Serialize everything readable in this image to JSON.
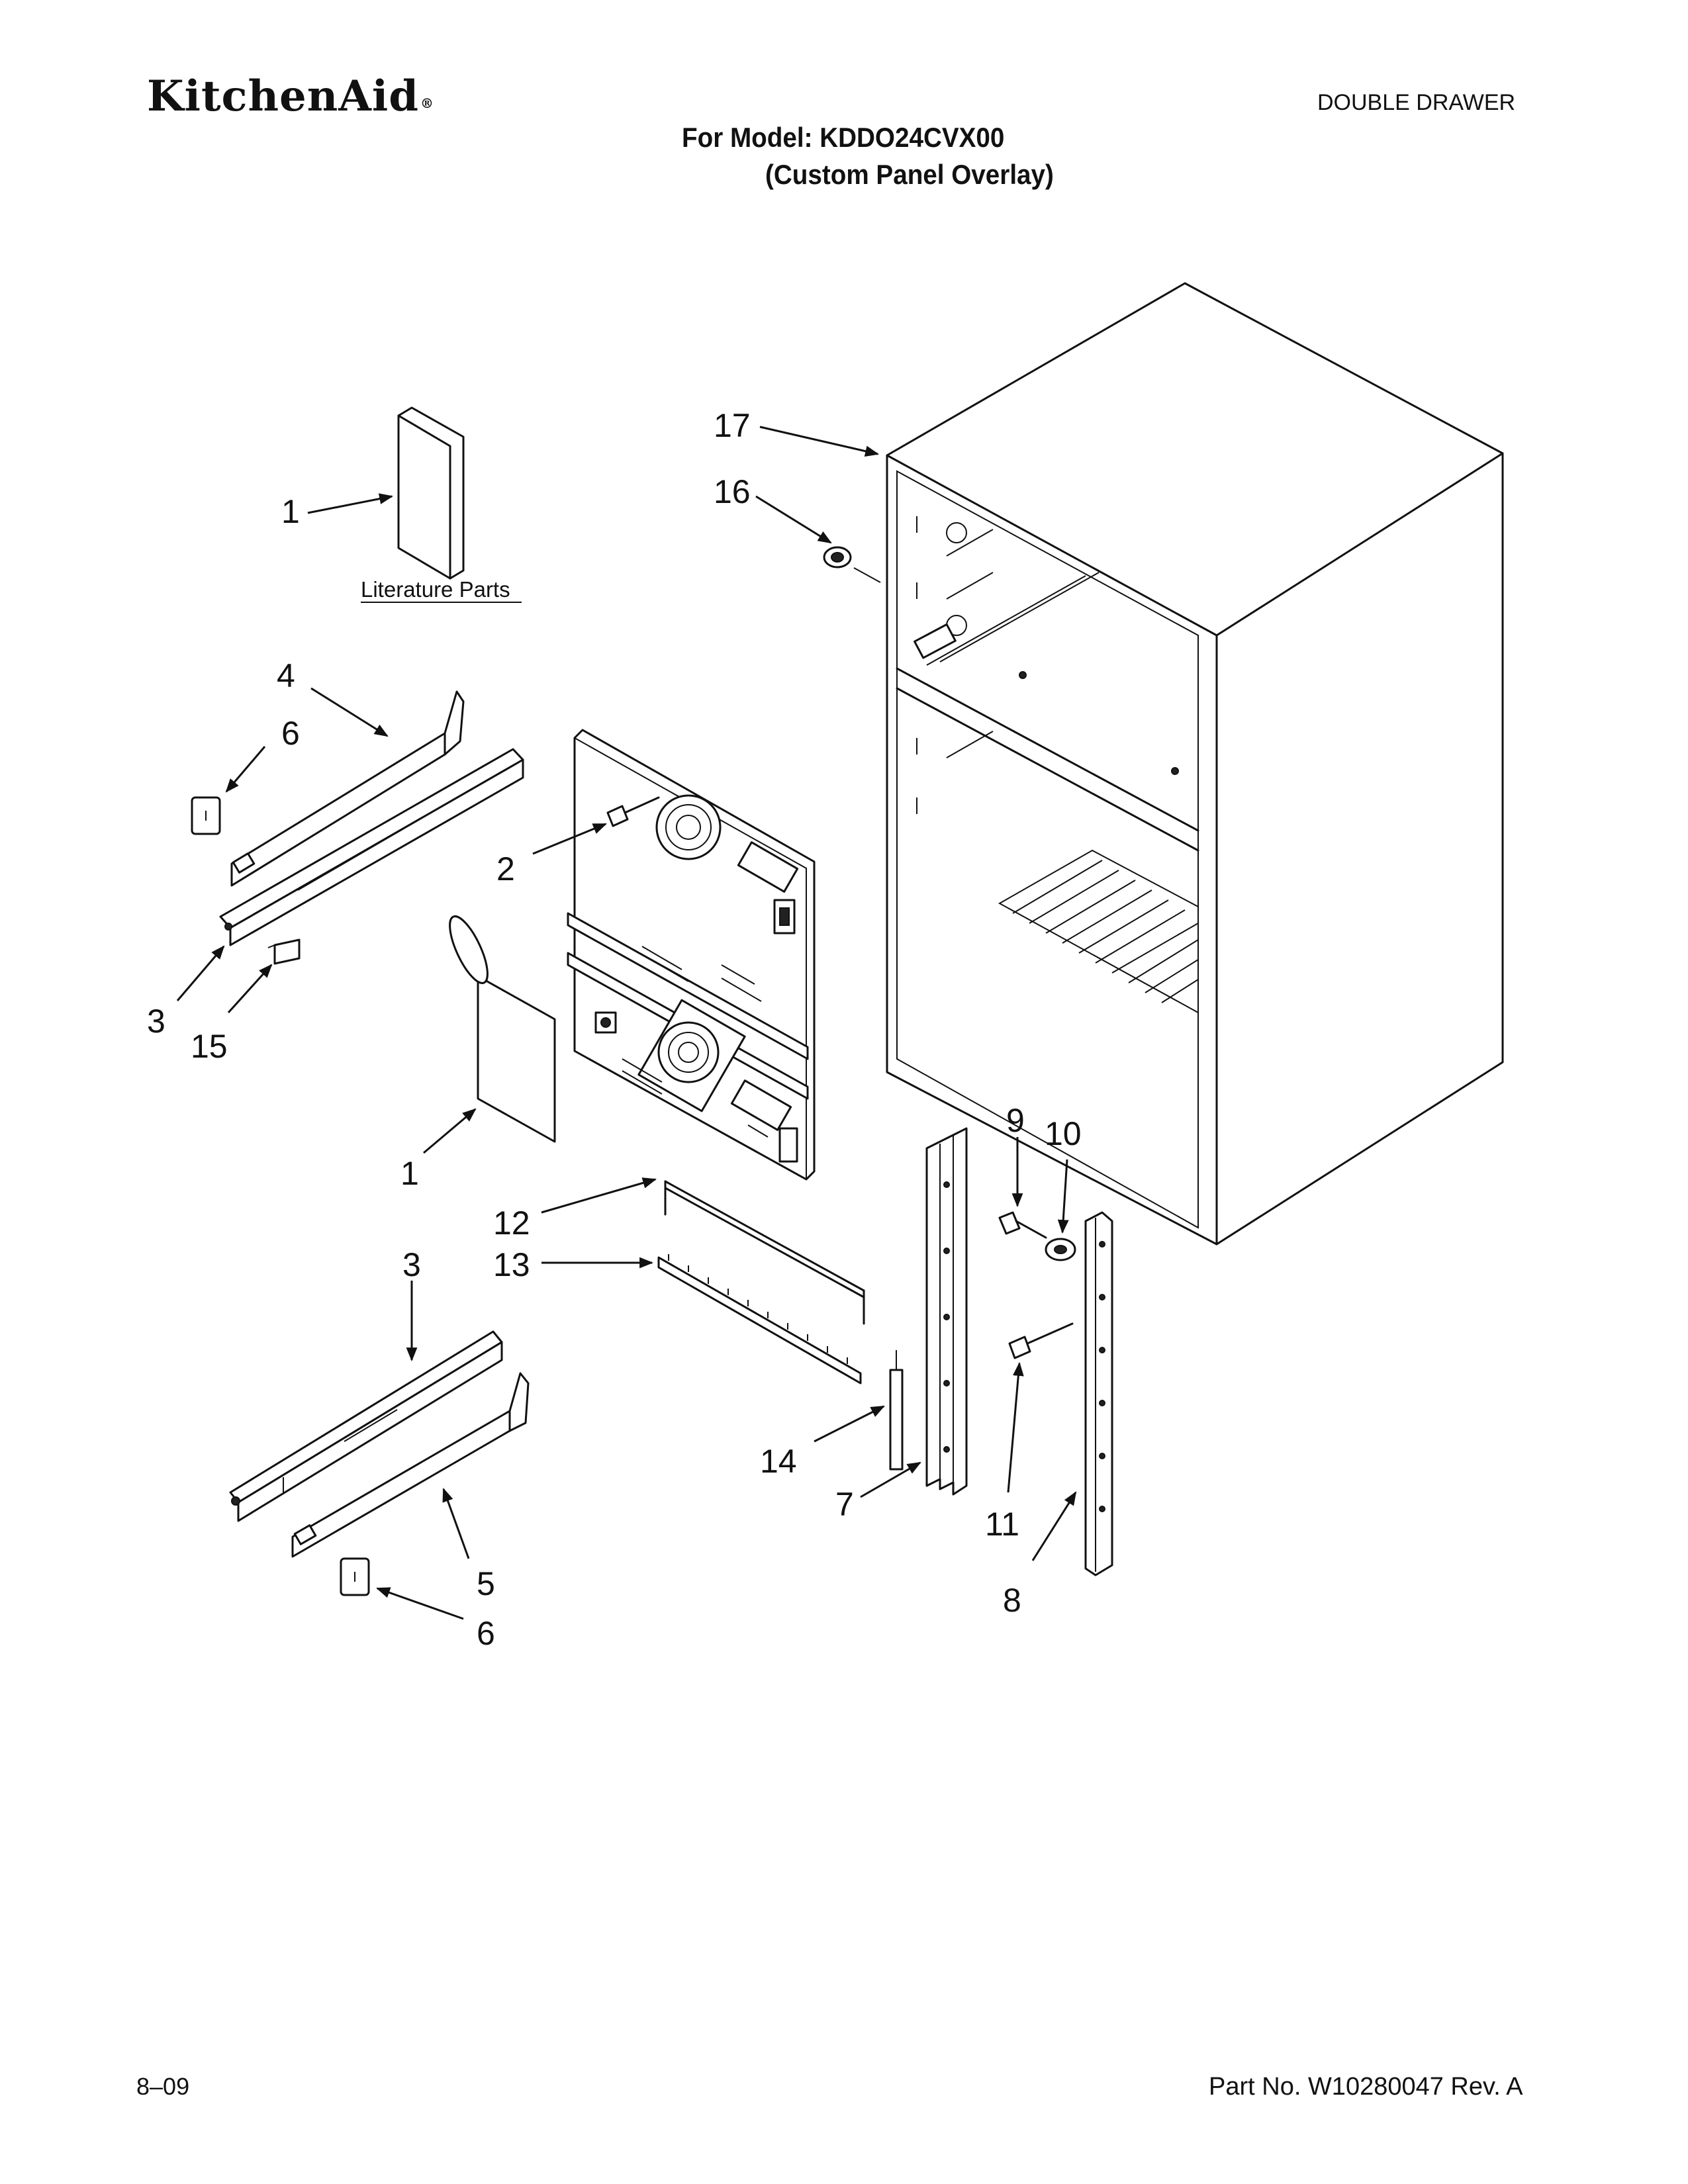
{
  "header": {
    "brand": "KitchenAid",
    "brand_mark": "®",
    "category": "DOUBLE DRAWER",
    "model_line": "For Model: KDDO24CVX00",
    "overlay_line": "(Custom Panel Overlay)"
  },
  "diagram": {
    "literature_label": "Literature Parts",
    "callouts": {
      "c1_top": "1",
      "c17": "17",
      "c16": "16",
      "c4": "4",
      "c6_top": "6",
      "c2": "2",
      "c3_top": "3",
      "c15": "15",
      "c1_bottom": "1",
      "c9": "9",
      "c10": "10",
      "c12": "12",
      "c13": "13",
      "c3_bottom": "3",
      "c14": "14",
      "c7": "7",
      "c11": "11",
      "c5": "5",
      "c6_bottom": "6",
      "c8": "8"
    }
  },
  "footer": {
    "date": "8–09",
    "part_number": "Part No. W10280047 Rev. A"
  }
}
